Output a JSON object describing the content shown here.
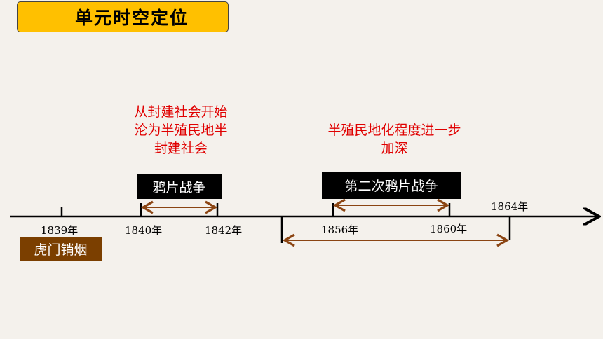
{
  "title": "单元时空定位",
  "years": {
    "y1839": "1839年",
    "y1840": "1840年",
    "y1842": "1842年",
    "y1856": "1856年",
    "y1860": "1860年",
    "y1864": "1864年"
  },
  "events": {
    "humen": "虎门销烟",
    "war1": "鸦片战争",
    "war2": "第二次鸦片战争"
  },
  "notes": {
    "war1_line1": "从封建社会开始",
    "war1_line2": "沦为半殖民地半",
    "war1_line3": "封建社会",
    "war2_line1": "半殖民地化程度进一步",
    "war2_line2": "加深"
  },
  "colors": {
    "title_bg": "#ffc000",
    "note_red": "#e00000",
    "arrow_brown": "#8b4513",
    "humen_bg": "#7b3f00"
  }
}
